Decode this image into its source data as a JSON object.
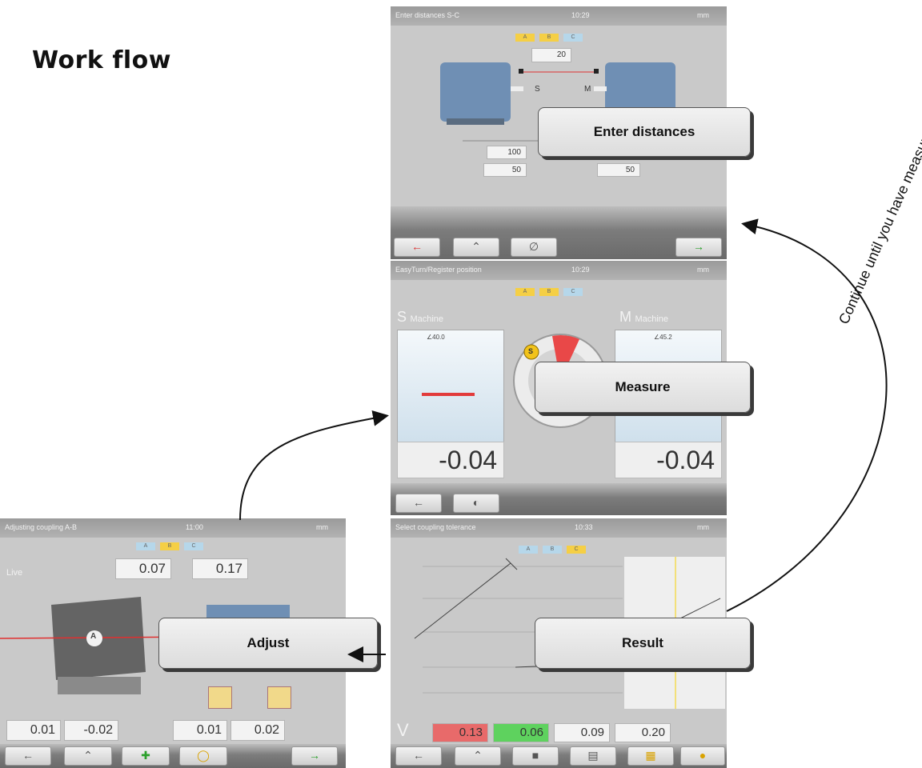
{
  "heading": "Work flow",
  "screens": {
    "enter": {
      "title": "Enter distances S-C",
      "time": "10:29",
      "unit": "mm",
      "crumbs": [
        "A",
        "B",
        "C"
      ],
      "top_value": "20",
      "s_label": "S",
      "m_label": "M",
      "dist_100": "100",
      "dist_50_left": "50",
      "dist_50_right": "50"
    },
    "measure": {
      "title": "EasyTurn/Register position",
      "time": "10:29",
      "unit": "mm",
      "crumbs": [
        "A",
        "B",
        "C"
      ],
      "s_letter": "S",
      "s_text": "Machine",
      "m_letter": "M",
      "m_text": "Machine",
      "s_angle": "∠40.0",
      "m_angle": "∠45.2",
      "dial_label": "S",
      "value_left": "-0.04",
      "value_right": "-0.04"
    },
    "adjust": {
      "title": "Adjusting coupling A-B",
      "time": "11:00",
      "unit": "mm",
      "crumbs": [
        "A",
        "B",
        "C"
      ],
      "live_label": "Live",
      "live_value_1": "0.07",
      "live_value_2": "0.17",
      "coupling_label": "A",
      "values": [
        "0.01",
        "-0.02",
        "0.01",
        "0.02"
      ]
    },
    "result": {
      "title": "Select coupling tolerance",
      "time": "10:33",
      "unit": "mm",
      "crumbs": [
        "A",
        "B",
        "C"
      ],
      "v_label": "V",
      "values": [
        "0.13",
        "0.06",
        "0.09",
        "0.20"
      ],
      "status_colors": [
        "#e86a6a",
        "#5ed25e"
      ]
    }
  },
  "callouts": {
    "enter": "Enter distances",
    "measure": "Measure",
    "adjust": "Adjust",
    "result": "Result"
  },
  "loop_label": "Continue until you have measured all couplings"
}
